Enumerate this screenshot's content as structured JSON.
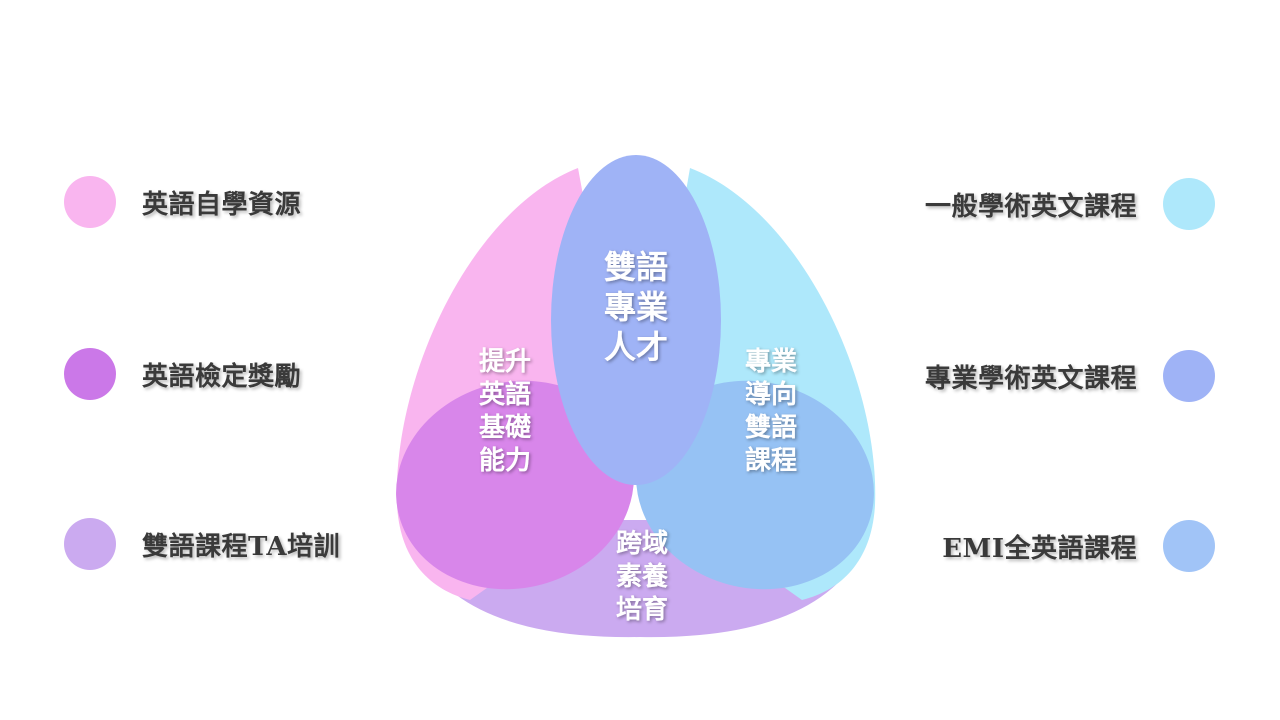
{
  "legend_left": [
    {
      "label": "英語自學資源",
      "color": "#f9b5ef"
    },
    {
      "label": "英語檢定獎勵",
      "color": "#cb78e8"
    },
    {
      "label": "雙語課程TA培訓",
      "color": "#cbaaf0"
    }
  ],
  "legend_right": [
    {
      "label": "一般學術英文課程",
      "color": "#aee8fb"
    },
    {
      "label": "專業學術英文課程",
      "color": "#9fb3f6"
    },
    {
      "label": "EMI全英語課程",
      "color": "#a1c4f7"
    }
  ],
  "diagram": {
    "center_lines": [
      "雙語",
      "專業",
      "人才"
    ],
    "left_lines": [
      "提升",
      "英語",
      "基礎",
      "能力"
    ],
    "right_lines": [
      "專業",
      "導向",
      "雙語",
      "課程"
    ],
    "bottom_lines": [
      "跨域",
      "素養",
      "培育"
    ],
    "colors": {
      "bottom": "#cbaaf0",
      "pink": "#f9b5ef",
      "cyan": "#aee8fb",
      "left_overlap": "#d886ea",
      "right_overlap": "#96c2f4",
      "center": "#9fb3f6"
    }
  }
}
